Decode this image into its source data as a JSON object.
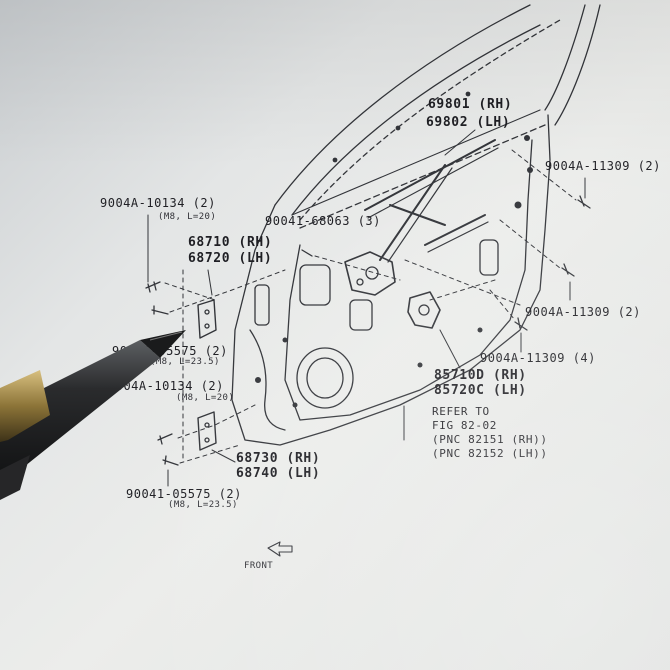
{
  "labels": {
    "p69801": "69801 (RH)",
    "p69802": "69802 (LH)",
    "p9004a_11309_top": "9004A-11309 (2)",
    "p9004a_10134_top": "9004A-10134 (2)",
    "m8_l20_top": "(M8, L=20)",
    "p90041_68063": "90041-68063 (3)",
    "p68710": "68710 (RH)",
    "p68720": "68720 (LH)",
    "p9004a_11309_mid": "9004A-11309 (2)",
    "p90041_05575_top": "90041-05575 (2)",
    "m8_l23_top": "(M8, L=23.5)",
    "p9004a_10134_bot": "9004A-10134 (2)",
    "m8_l20_bot": "(M8, L=20)",
    "p9004a_11309_low": "9004A-11309 (4)",
    "p85710d": "85710D (RH)",
    "p85720c": "85720C (LH)",
    "refer_1": "REFER TO",
    "refer_2": "FIG 82-02",
    "refer_3": "(PNC 82151 (RH))",
    "refer_4": "(PNC 82152 (LH))",
    "p68730": "68730 (RH)",
    "p68740": "68740 (LH)",
    "p90041_05575_bot": "90041-05575 (2)",
    "m8_l23_bot": "(M8, L=23.5)",
    "front": "FRONT"
  }
}
